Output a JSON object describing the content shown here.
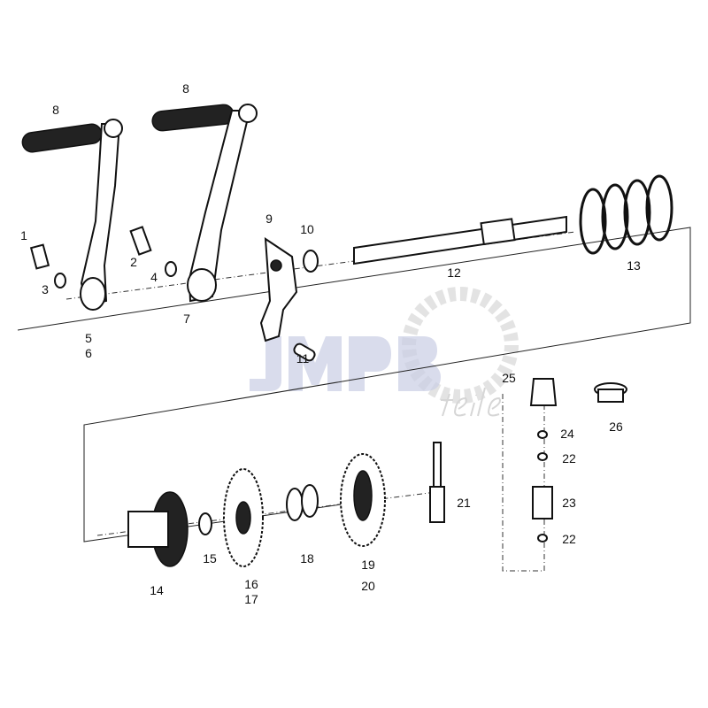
{
  "diagram": {
    "watermark": {
      "brand": "JMPB",
      "sub": "teile"
    },
    "labels": {
      "p8a": "8",
      "p8b": "8",
      "p1": "1",
      "p2": "2",
      "p3": "3",
      "p4": "4",
      "p5": "5",
      "p6": "6",
      "p7": "7",
      "p9": "9",
      "p10": "10",
      "p11": "11",
      "p12": "12",
      "p13": "13",
      "p14": "14",
      "p15": "15",
      "p16": "16",
      "p17": "17",
      "p18": "18",
      "p19": "19",
      "p20": "20",
      "p21": "21",
      "p22a": "22",
      "p22b": "22",
      "p23": "23",
      "p24": "24",
      "p25": "25",
      "p26": "26"
    }
  }
}
